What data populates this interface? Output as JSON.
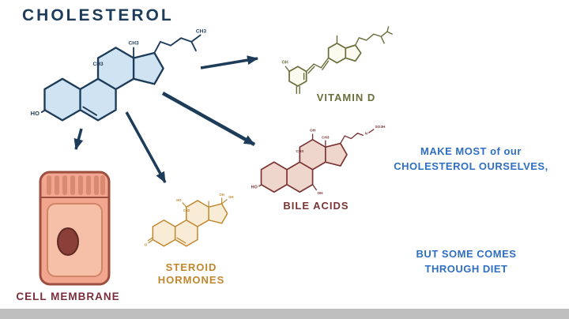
{
  "title": "CHOLESTEROL",
  "colors": {
    "title_navy": "#1d3c5a",
    "note_blue": "#2f6fc1",
    "vitamin_olive": "#6b6d3a",
    "bile_maroon": "#7a3434",
    "steroid_orange": "#c0862c",
    "membrane_salmon": "#f2a58f",
    "membrane_label_maroon": "#7b2d3c",
    "cholesterol_ring_fill": "#cfe3f2",
    "bottom_bar_gray": "#bfbfbf"
  },
  "atom_labels": {
    "ch3": "CH3",
    "ho": "HO",
    "oh": "OH",
    "o": "O",
    "n": "N",
    "so3h": "SO3H"
  },
  "nodes": {
    "cholesterol": {
      "name": "cholesterol molecule"
    },
    "vitamin_d": {
      "label": "VITAMIN D"
    },
    "bile_acids": {
      "label": "BILE ACIDS"
    },
    "steroid_hormones": {
      "label_line1": "STEROID",
      "label_line2": "HORMONES"
    },
    "cell_membrane": {
      "label": "CELL MEMBRANE"
    }
  },
  "annotations": {
    "make_line1": "MAKE MOST of our",
    "make_line2": "CHOLESTEROL OURSELVES,",
    "diet_line1": "BUT SOME COMES",
    "diet_line2": "THROUGH DIET"
  }
}
